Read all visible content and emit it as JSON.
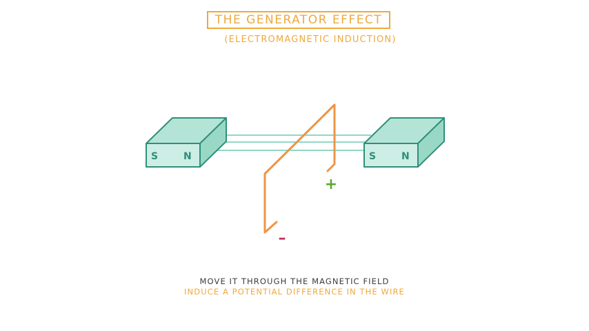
{
  "title": "The Generator Effect",
  "subtitle": "(Electromagnetic Induction)",
  "magnets": {
    "left": {
      "pole_a": "S",
      "pole_b": "N"
    },
    "right": {
      "pole_a": "S",
      "pole_b": "N"
    }
  },
  "terminals": {
    "positive": "+",
    "negative": "–"
  },
  "caption": {
    "line1": "Move it through the magnetic field",
    "line2": "Induce a potential difference in the wire"
  },
  "colors": {
    "accent": "#f0a83a",
    "magnet_face": "#cdeee5",
    "magnet_top": "#b4e4d6",
    "magnet_side": "#9ad8c6",
    "magnet_stroke": "#2f8f7a",
    "field_lines": "#8fd8c4",
    "wire": "#ee9545",
    "positive": "#5aa832",
    "negative": "#c0305a"
  }
}
